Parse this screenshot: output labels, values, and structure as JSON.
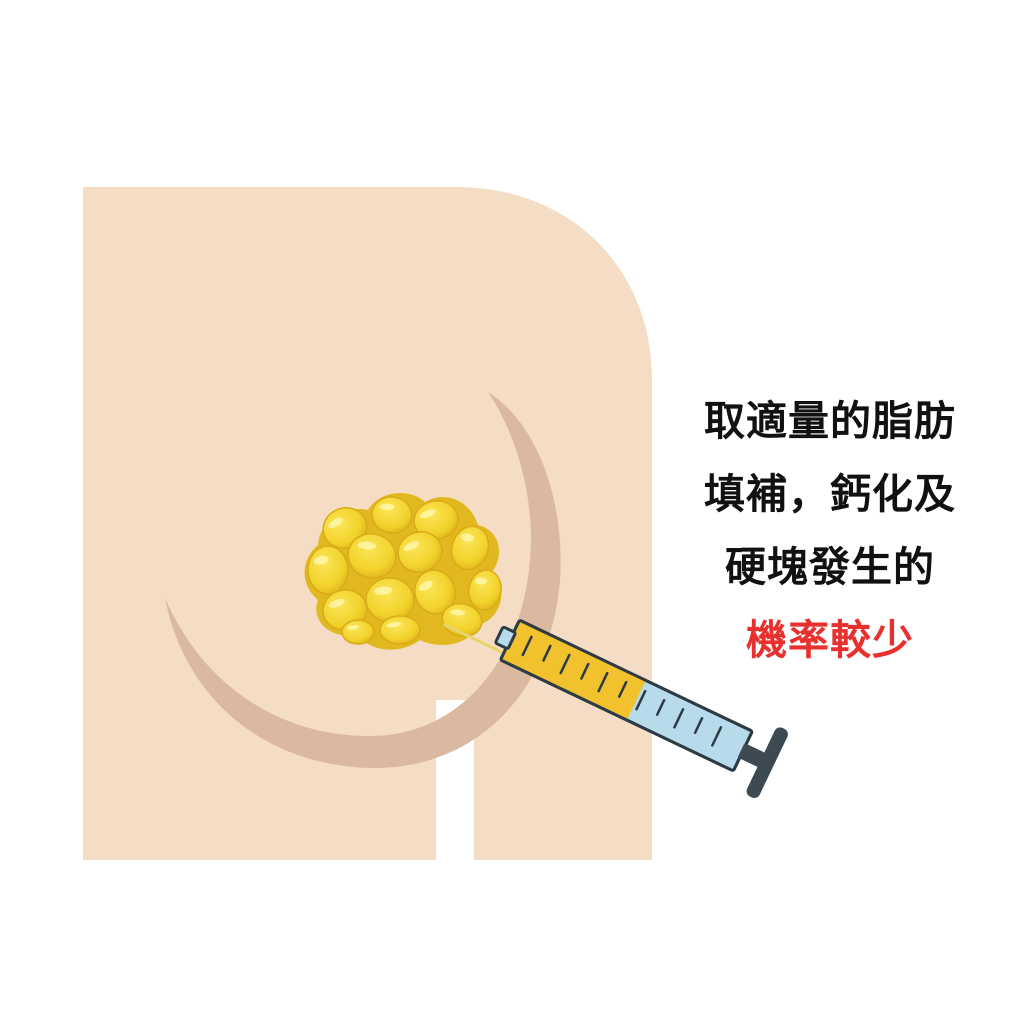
{
  "caption": {
    "line1": "取適量的脂肪",
    "line2": "填補，鈣化及",
    "line3": "硬塊發生的",
    "line4": "機率較少"
  },
  "colors": {
    "background": "#ffffff",
    "skin": "#f5ddc5",
    "skin_shadow": "#dbb9a0",
    "fat_fill": "#f7dc2f",
    "fat_shade": "#e2b820",
    "fat_highlight": "#fff6a8",
    "syringe_barrel": "#b8dbeb",
    "syringe_fill": "#f2c12e",
    "syringe_plunger": "#3d4a52",
    "caption_text": "#111111",
    "caption_highlight": "#e8312f"
  },
  "icons": {
    "torso": "torso-illustration",
    "fat": "fat-cluster-icon",
    "syringe": "syringe-icon"
  }
}
